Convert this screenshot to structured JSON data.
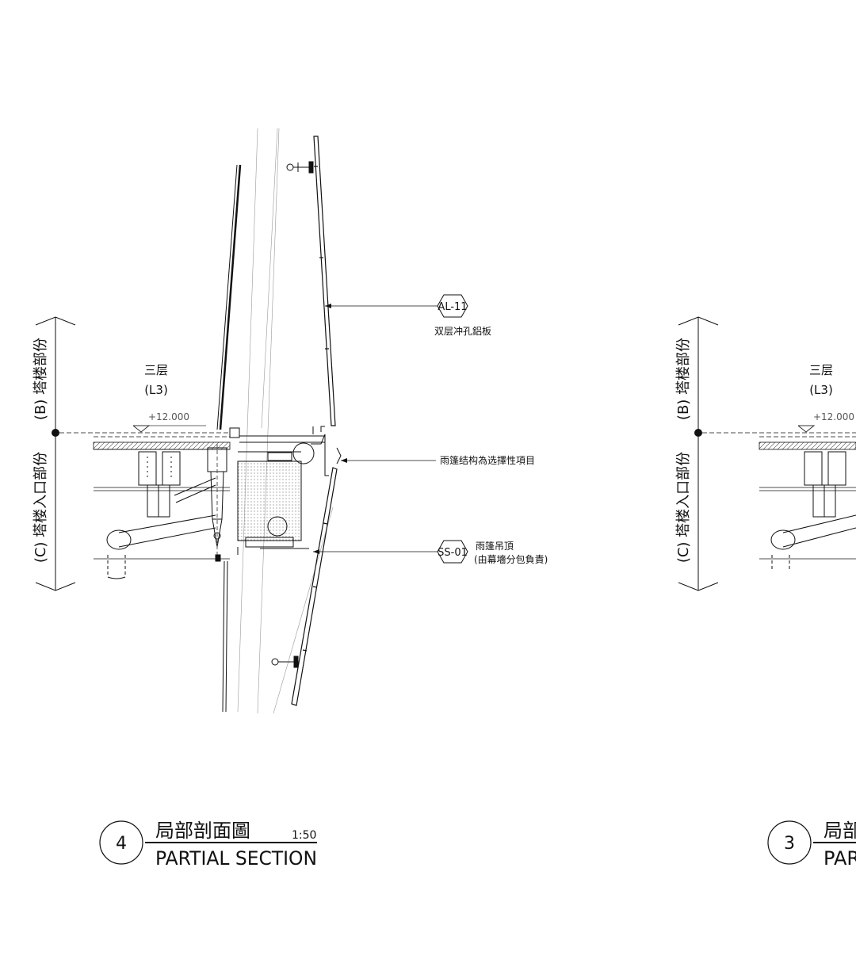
{
  "zones": {
    "upper": "(B) 塔楼部份",
    "lower": "(C) 塔楼入口部份"
  },
  "level": {
    "name_cn": "三层",
    "code": "(L3)",
    "elevation": "+12.000"
  },
  "callouts": {
    "al11": {
      "tag": "AL-11",
      "desc": "双层冲孔鋁板"
    },
    "canopy_note": "雨篷结构為选擇性項目",
    "ss01": {
      "tag": "SS-01",
      "desc_line1": "雨篷吊頂",
      "desc_line2": "(由幕墻分包負責)"
    }
  },
  "titles": {
    "detail4": {
      "number": "4",
      "name_cn": "局部剖面圖",
      "scale": "1:50",
      "name_en": "PARTIAL SECTION"
    },
    "detail3": {
      "number": "3",
      "name_cn": "局部",
      "name_en": "PAR"
    }
  },
  "colors": {
    "ink": "#111111",
    "light": "#999999",
    "hatch": "#666666"
  }
}
